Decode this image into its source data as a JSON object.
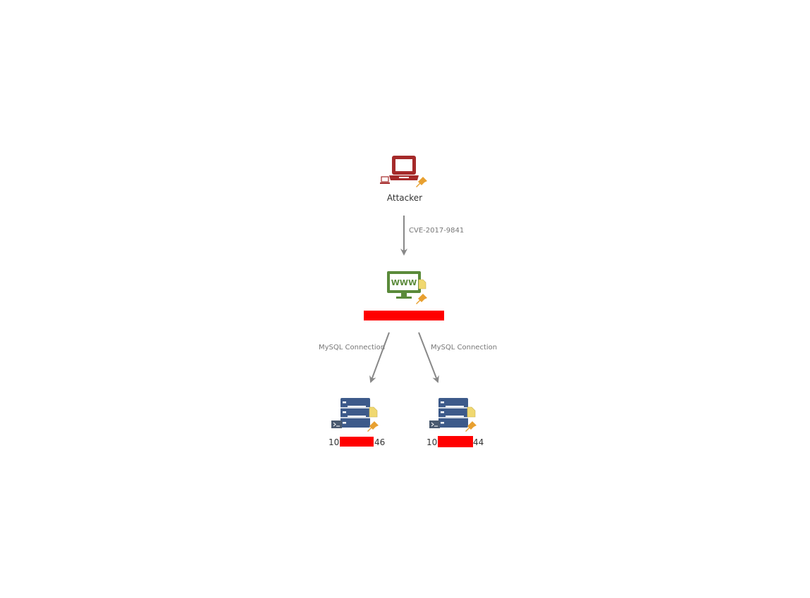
{
  "nodes": {
    "attacker": {
      "label": "Attacker",
      "icon": "laptop-icon",
      "color": "#a52a2a"
    },
    "webserver": {
      "label": "",
      "icon": "web-server-icon",
      "color": "#5a8a3a",
      "icon_text": "WWW",
      "redacted": true
    },
    "db1": {
      "label_prefix": "10.",
      "label_suffix": "46",
      "icon": "database-server-icon",
      "color": "#3d5a8a"
    },
    "db2": {
      "label_prefix": "10.",
      "label_suffix": "44",
      "icon": "database-server-icon",
      "color": "#3d5a8a"
    }
  },
  "edges": {
    "exploit": {
      "label": "CVE-2017-9841"
    },
    "mysql1": {
      "label": "MySQL Connection"
    },
    "mysql2": {
      "label": "MySQL Connection"
    }
  },
  "colors": {
    "edge": "#888888",
    "redaction": "#ff0000",
    "pin": "#e8a030",
    "note": "#f0d870"
  }
}
